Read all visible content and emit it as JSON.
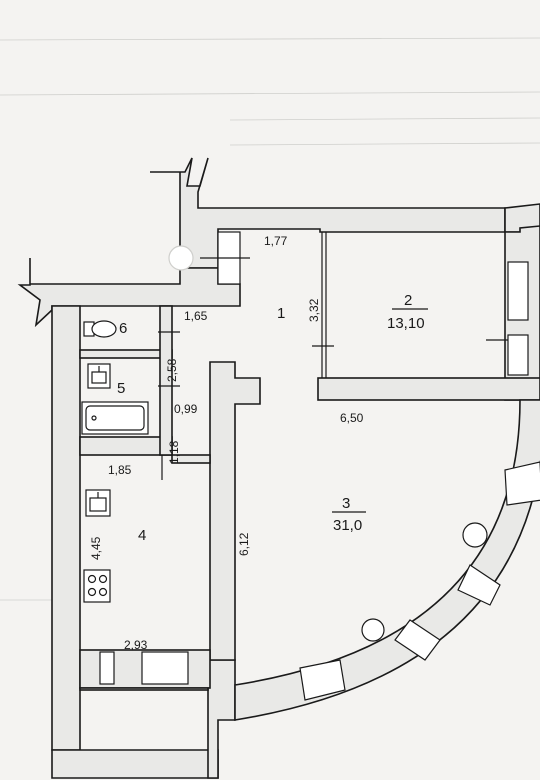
{
  "rooms": [
    {
      "number": "1",
      "area": ""
    },
    {
      "number": "2",
      "area": "13,10"
    },
    {
      "number": "3",
      "area": "31,0"
    },
    {
      "number": "4",
      "area": ""
    },
    {
      "number": "5",
      "area": ""
    },
    {
      "number": "6",
      "area": ""
    }
  ],
  "dimensions": {
    "d177": "1,77",
    "d165": "1,65",
    "d332": "3,32",
    "d258": "2,58",
    "d099": "0,99",
    "d118": "1,18",
    "d650": "6,50",
    "d185": "1,85",
    "d445": "4,45",
    "d612": "6,12",
    "d293": "2,93"
  }
}
